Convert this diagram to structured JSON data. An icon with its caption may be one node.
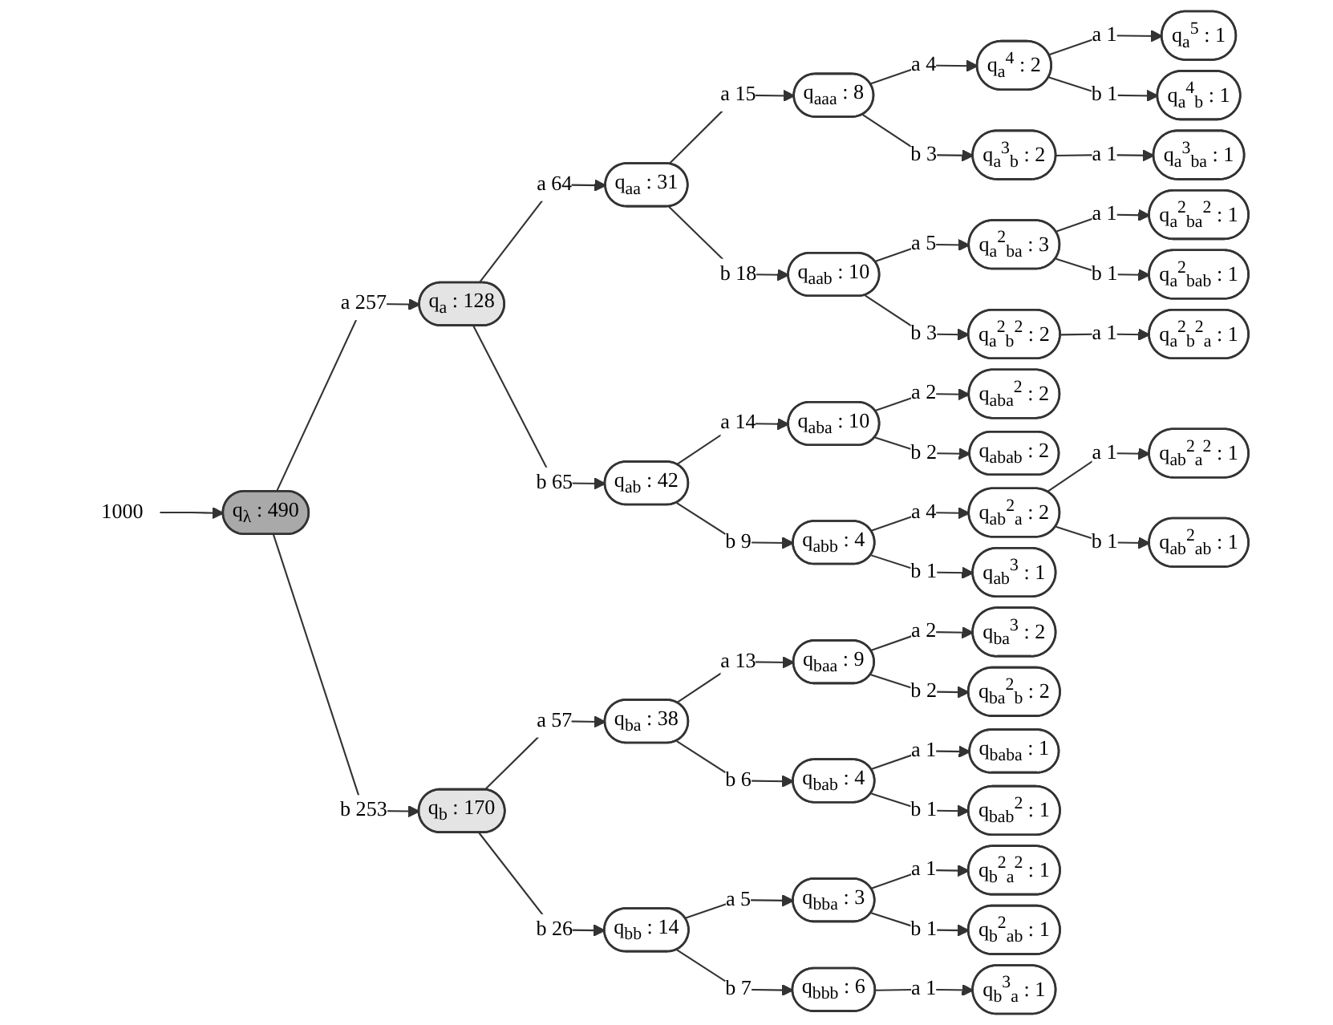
{
  "diagram": {
    "nodes": [
      {
        "text": [
          "1000"
        ]
      },
      {
        "text": [
          "q$_{λ}$ : 490"
        ]
      },
      {
        "text": [
          "q$_{a}$ : 128"
        ]
      },
      {
        "text": [
          "q$_{b}$ : 170"
        ]
      },
      {
        "text": [
          "q$_{aa}$ : 31"
        ]
      },
      {
        "text": [
          "q$_{ab}$ : 42"
        ]
      },
      {
        "text": [
          "q$_{ba}$ : 38"
        ]
      },
      {
        "text": [
          "q$_{bb}$ : 14"
        ]
      },
      {
        "text": [
          "q$_{aaa}$ : 8"
        ]
      },
      {
        "text": [
          "q$_{aab}$ : 10"
        ]
      },
      {
        "text": [
          "q$_{aba}$ : 10"
        ]
      },
      {
        "text": [
          "q$_{abb}$ : 4"
        ]
      },
      {
        "text": [
          "q$_{baa}$ : 9"
        ]
      },
      {
        "text": [
          "q$_{bab}$ : 4"
        ]
      },
      {
        "text": [
          "q$_{bba}$ : 3"
        ]
      },
      {
        "text": [
          "q$_{bbb}$ : 6"
        ]
      },
      {
        "text": [
          "q$_{a}$$^{4}$ : 2"
        ]
      },
      {
        "text": [
          "q$_{a}$$^{3}$$_{b}$ : 2"
        ]
      },
      {
        "text": [
          "q$_{a}$$^{2}$$_{ba}$ : 3"
        ]
      },
      {
        "text": [
          "q$_{a}$$^{2}$$_{b}$$^{2}$ : 2"
        ]
      },
      {
        "text": [
          "q$_{aba}$$^{2}$ : 2"
        ]
      },
      {
        "text": [
          "q$_{abab}$ : 2"
        ]
      },
      {
        "text": [
          "q$_{ab}$$^{2}$$_{a}$ : 2"
        ]
      },
      {
        "text": [
          "q$_{ab}$$^{3}$ : 1"
        ]
      },
      {
        "text": [
          "q$_{ba}$$^{3}$ : 2"
        ]
      },
      {
        "text": [
          "q$_{ba}$$^{2}$$_{b}$ : 2"
        ]
      },
      {
        "text": [
          "q$_{baba}$ : 1"
        ]
      },
      {
        "text": [
          "q$_{bab}$$^{2}$ : 1"
        ]
      },
      {
        "text": [
          "q$_{b}$$^{2}$$_{a}$$^{2}$ : 1"
        ]
      },
      {
        "text": [
          "q$_{b}$$^{2}$$_{ab}$ : 1"
        ]
      },
      {
        "text": [
          "q$_{b}$$^{3}$$_{a}$ : 1"
        ]
      },
      {
        "text": [
          "q$_{a}$$^{5}$ : 1"
        ]
      },
      {
        "text": [
          "q$_{a}$$^{4}$$_{b}$ : 1"
        ]
      },
      {
        "text": [
          "q$_{a}$$^{3}$$_{ba}$ : 1"
        ]
      },
      {
        "text": [
          "q$_{a}$$^{2}$$_{ba}$$^{2}$ : 1"
        ]
      },
      {
        "text": [
          "q$_{a}$$^{2}$$_{bab}$ : 1"
        ]
      },
      {
        "text": [
          "q$_{a}$$^{2}$$_{b}$$^{2}$$_{a}$ : 1"
        ]
      },
      {
        "text": [
          "q$_{ab}$$^{2}$$_{a}$$^{2}$ : 1"
        ]
      },
      {
        "text": [
          "q$_{ab}$$^{2}$$_{ab}$ : 1"
        ]
      }
    ],
    "edges": [
      {
        "from": 0,
        "to": 1,
        "arrow": "to"
      },
      {
        "from": 1,
        "to": 2,
        "label": "a 257",
        "arrow": "to"
      },
      {
        "from": 1,
        "to": 3,
        "label": "b 253",
        "arrow": "to"
      },
      {
        "from": 2,
        "to": 4,
        "label": "a 64",
        "arrow": "to"
      },
      {
        "from": 2,
        "to": 5,
        "label": "b 65",
        "arrow": "to"
      },
      {
        "from": 3,
        "to": 6,
        "label": "a 57",
        "arrow": "to"
      },
      {
        "from": 3,
        "to": 7,
        "label": "b 26",
        "arrow": "to"
      },
      {
        "from": 4,
        "to": 8,
        "label": "a 15",
        "arrow": "to"
      },
      {
        "from": 4,
        "to": 9,
        "label": "b 18",
        "arrow": "to"
      },
      {
        "from": 5,
        "to": 10,
        "label": "a 14",
        "arrow": "to"
      },
      {
        "from": 5,
        "to": 11,
        "label": "b 9",
        "arrow": "to"
      },
      {
        "from": 6,
        "to": 12,
        "label": "a 13",
        "arrow": "to"
      },
      {
        "from": 6,
        "to": 13,
        "label": "b 6",
        "arrow": "to"
      },
      {
        "from": 7,
        "to": 14,
        "label": "a 5",
        "arrow": "to"
      },
      {
        "from": 7,
        "to": 15,
        "label": "b 7",
        "arrow": "to"
      },
      {
        "from": 8,
        "to": 16,
        "label": "a 4",
        "arrow": "to"
      },
      {
        "from": 8,
        "to": 17,
        "label": "b 3",
        "arrow": "to"
      },
      {
        "from": 9,
        "to": 18,
        "label": "a 5",
        "arrow": "to"
      },
      {
        "from": 9,
        "to": 19,
        "label": "b 3",
        "arrow": "to"
      },
      {
        "from": 10,
        "to": 20,
        "label": "a 2",
        "arrow": "to"
      },
      {
        "from": 10,
        "to": 21,
        "label": "b 2",
        "arrow": "to"
      },
      {
        "from": 11,
        "to": 22,
        "label": "a 4",
        "arrow": "to"
      },
      {
        "from": 11,
        "to": 23,
        "label": "b 1",
        "arrow": "to"
      },
      {
        "from": 12,
        "to": 24,
        "label": "a 2",
        "arrow": "to"
      },
      {
        "from": 12,
        "to": 25,
        "label": "b 2",
        "arrow": "to"
      },
      {
        "from": 13,
        "to": 26,
        "label": "a 1",
        "arrow": "to"
      },
      {
        "from": 13,
        "to": 27,
        "label": "b 1",
        "arrow": "to"
      },
      {
        "from": 14,
        "to": 28,
        "label": "a 1",
        "arrow": "to"
      },
      {
        "from": 14,
        "to": 29,
        "label": "b 1",
        "arrow": "to"
      },
      {
        "from": 15,
        "to": 30,
        "label": "a 1",
        "arrow": "to"
      },
      {
        "from": 16,
        "to": 31,
        "label": "a 1",
        "arrow": "to"
      },
      {
        "from": 16,
        "to": 32,
        "label": "b 1",
        "arrow": "to"
      },
      {
        "from": 17,
        "to": 33,
        "label": "a 1",
        "arrow": "to"
      },
      {
        "from": 18,
        "to": 34,
        "label": "a 1",
        "arrow": "to"
      },
      {
        "from": 18,
        "to": 35,
        "label": "b 1",
        "arrow": "to"
      },
      {
        "from": 19,
        "to": 36,
        "label": "a 1",
        "arrow": "to"
      },
      {
        "from": 22,
        "to": 37,
        "label": "a 1",
        "arrow": "to"
      },
      {
        "from": 22,
        "to": 38,
        "label": "b 1",
        "arrow": "to"
      }
    ]
  }
}
